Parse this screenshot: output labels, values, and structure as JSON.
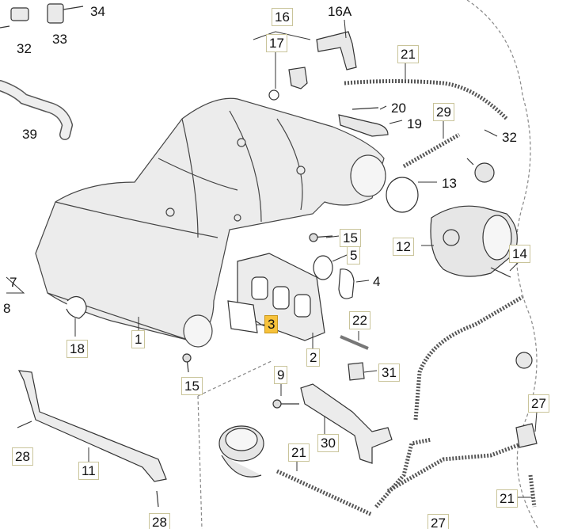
{
  "diagram": {
    "highlight_color": "#f7c23b",
    "line_color": "#333333",
    "part_fill": "#ececec",
    "callouts": [
      {
        "id": "c34",
        "label": "34"
      },
      {
        "id": "c32a",
        "label": "32"
      },
      {
        "id": "c33",
        "label": "33"
      },
      {
        "id": "c39",
        "label": "39"
      },
      {
        "id": "c16",
        "label": "16"
      },
      {
        "id": "c16a",
        "label": "16A"
      },
      {
        "id": "c17",
        "label": "17"
      },
      {
        "id": "c21a",
        "label": "21"
      },
      {
        "id": "c20",
        "label": "20"
      },
      {
        "id": "c19",
        "label": "19"
      },
      {
        "id": "c29",
        "label": "29"
      },
      {
        "id": "c32b",
        "label": "32"
      },
      {
        "id": "c13",
        "label": "13"
      },
      {
        "id": "c15a",
        "label": "15"
      },
      {
        "id": "c5",
        "label": "5"
      },
      {
        "id": "c4",
        "label": "4"
      },
      {
        "id": "c12",
        "label": "12"
      },
      {
        "id": "c14",
        "label": "14"
      },
      {
        "id": "c7",
        "label": "7"
      },
      {
        "id": "c8",
        "label": "8"
      },
      {
        "id": "c18",
        "label": "18"
      },
      {
        "id": "c1",
        "label": "1"
      },
      {
        "id": "c3",
        "label": "3"
      },
      {
        "id": "c22",
        "label": "22"
      },
      {
        "id": "c2",
        "label": "2"
      },
      {
        "id": "c15b",
        "label": "15"
      },
      {
        "id": "c9",
        "label": "9"
      },
      {
        "id": "c31",
        "label": "31"
      },
      {
        "id": "c27",
        "label": "27"
      },
      {
        "id": "c28a",
        "label": "28"
      },
      {
        "id": "c30",
        "label": "30"
      },
      {
        "id": "c11",
        "label": "11"
      },
      {
        "id": "c21b",
        "label": "21"
      },
      {
        "id": "c21c",
        "label": "21"
      },
      {
        "id": "c28b",
        "label": "28"
      },
      {
        "id": "c27b",
        "label": "27"
      }
    ]
  }
}
